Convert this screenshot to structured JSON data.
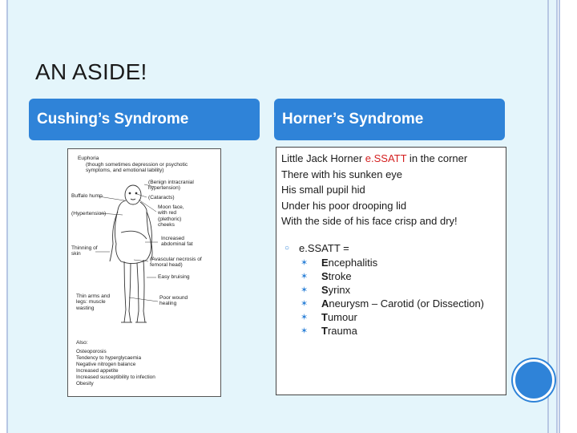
{
  "slide": {
    "title": "AN ASIDE!",
    "colors": {
      "background": "#e4f5fb",
      "header": "#2f83d8",
      "highlight": "#d42020"
    }
  },
  "left": {
    "header": "Cushing’s Syndrome",
    "figure": {
      "labels": {
        "euphoria": "Euphoria",
        "euphoria_note": "(though sometimes depression or psychotic symptoms, and emotional lability)",
        "buffalo_hump": "Buffalo hump",
        "hypertension": "(Hypertension)",
        "thinning": "Thinning of skin",
        "benign": "(Benign intracranial hypertension)",
        "cataracts": "(Cataracts)",
        "moon_face": "Moon face, with red (plethoric) cheeks",
        "abdominal_fat": "Increased abdominal fat",
        "avascular": "(Avascular necrosis of femoral head)",
        "bruising": "Easy bruising",
        "thin_arms": "Thin arms and legs: muscle wasting",
        "wound": "Poor wound healing",
        "also": "Also:"
      },
      "also_items": [
        "Osteoporosis",
        "Tendency to hyperglycaemia",
        "Negative nitrogen balance",
        "Increased appetite",
        "Increased susceptibility to infection",
        "Obesity"
      ]
    }
  },
  "right": {
    "header": "Horner’s Syndrome",
    "poem": {
      "line1_prefix": "Little Jack Horner ",
      "line1_highlight": "e.SSATT",
      "line1_suffix": " in the corner",
      "line2": "There with his sunken eye",
      "line3": "His small pupil hid",
      "line4": "Under his poor drooping lid",
      "line5": "With the side of his face crisp and dry!"
    },
    "bullet": "e.SSATT =",
    "mnemonic": [
      {
        "first": "E",
        "rest": "ncephalitis"
      },
      {
        "first": "S",
        "rest": "troke"
      },
      {
        "first": "S",
        "rest": "yrinx"
      },
      {
        "first": "A",
        "rest": "neurysm – Carotid (or Dissection)"
      },
      {
        "first": "T",
        "rest": "umour"
      },
      {
        "first": "T",
        "rest": "rauma"
      }
    ]
  }
}
